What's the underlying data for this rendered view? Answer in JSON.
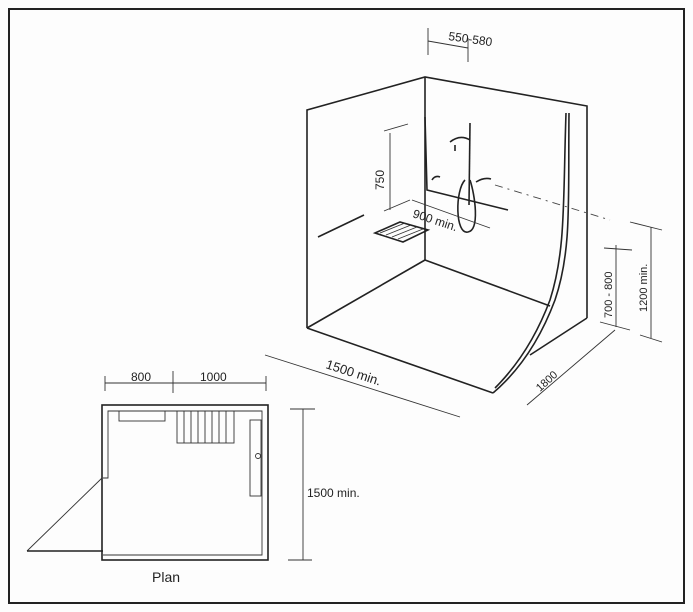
{
  "dimensions": {
    "showerhead_offset": "550-580",
    "grab_bar_height": "750",
    "grab_bar_length": "900 min.",
    "seat_height": "700 - 800",
    "control_height": "1200 min.",
    "width_iso": "1500 min.",
    "depth_iso": "1800",
    "plan_left": "800",
    "plan_right": "1000",
    "plan_depth": "1500 min."
  },
  "plan_label": "Plan"
}
